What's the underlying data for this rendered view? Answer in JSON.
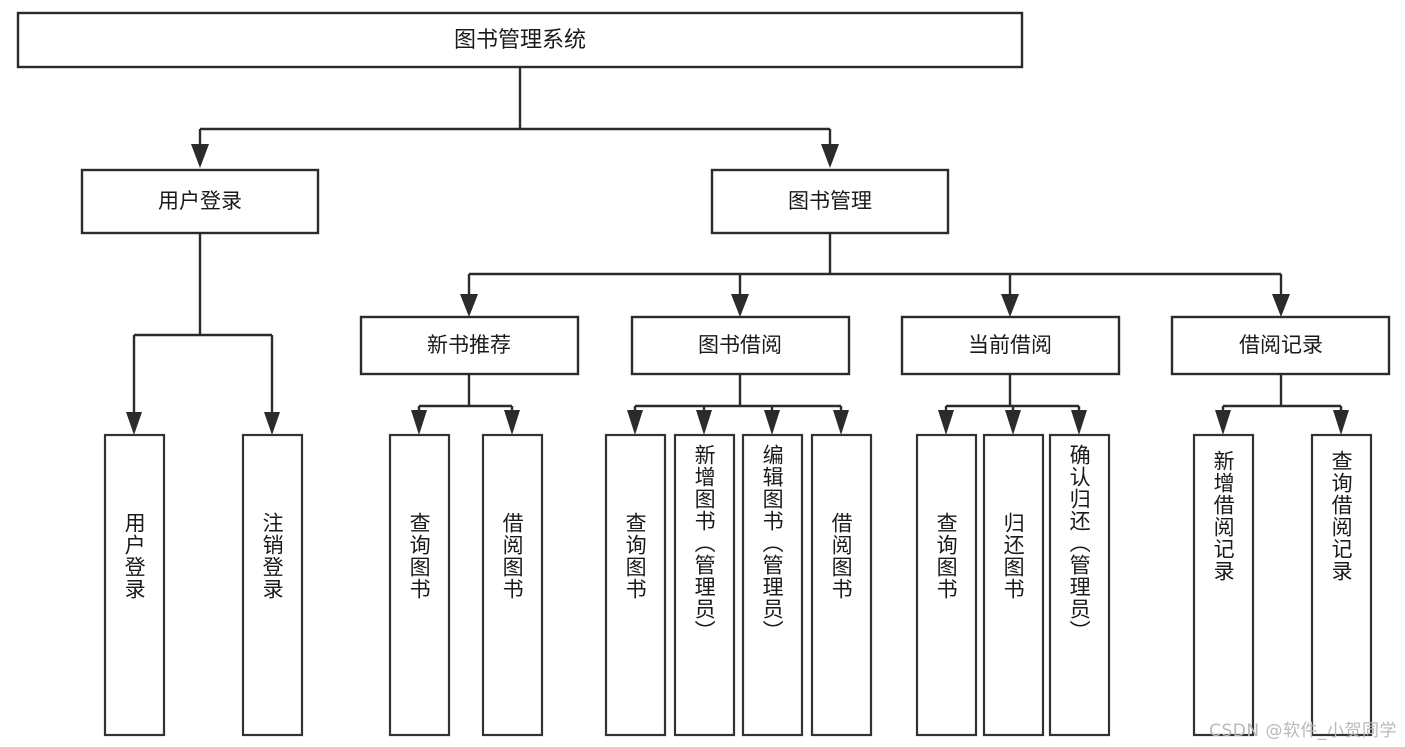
{
  "diagram": {
    "type": "tree-hierarchy",
    "title": "图书管理系统",
    "orientation": "top-down",
    "colors": {
      "background": "#ffffff",
      "box_fill": "#ffffff",
      "box_stroke": "#2b2b2b",
      "line": "#2b2b2b",
      "text": "#1a1a1a",
      "watermark": "#b9b9b9"
    },
    "root": {
      "label": "图书管理系统"
    },
    "level2": [
      {
        "id": "user-login",
        "label": "用户登录"
      },
      {
        "id": "book-manage",
        "label": "图书管理"
      }
    ],
    "level3": [
      {
        "id": "new-book-recommend",
        "label": "新书推荐",
        "parent": "book-manage"
      },
      {
        "id": "book-borrow",
        "label": "图书借阅",
        "parent": "book-manage"
      },
      {
        "id": "current-borrow",
        "label": "当前借阅",
        "parent": "book-manage"
      },
      {
        "id": "borrow-record",
        "label": "借阅记录",
        "parent": "book-manage"
      }
    ],
    "leaves": {
      "user-login": [
        {
          "id": "leaf-user-login",
          "label": "用户登录"
        },
        {
          "id": "leaf-user-logout",
          "label": "注销登录"
        }
      ],
      "new-book-recommend": [
        {
          "id": "leaf-query-book-1",
          "label": "查询图书"
        },
        {
          "id": "leaf-borrow-book-1",
          "label": "借阅图书"
        }
      ],
      "book-borrow": [
        {
          "id": "leaf-query-book-2",
          "label": "查询图书"
        },
        {
          "id": "leaf-add-book-admin",
          "label": "新增图书（管理员）"
        },
        {
          "id": "leaf-edit-book-admin",
          "label": "编辑图书（管理员）"
        },
        {
          "id": "leaf-borrow-book-2",
          "label": "借阅图书"
        }
      ],
      "current-borrow": [
        {
          "id": "leaf-query-book-3",
          "label": "查询图书"
        },
        {
          "id": "leaf-return-book",
          "label": "归还图书"
        },
        {
          "id": "leaf-confirm-return-admin",
          "label": "确认归还（管理员）"
        }
      ],
      "borrow-record": [
        {
          "id": "leaf-add-borrow-record",
          "label": "新增借阅记录"
        },
        {
          "id": "leaf-query-borrow-record",
          "label": "查询借阅记录"
        }
      ]
    }
  },
  "watermark": {
    "text": "CSDN @软件_小贺同学"
  }
}
